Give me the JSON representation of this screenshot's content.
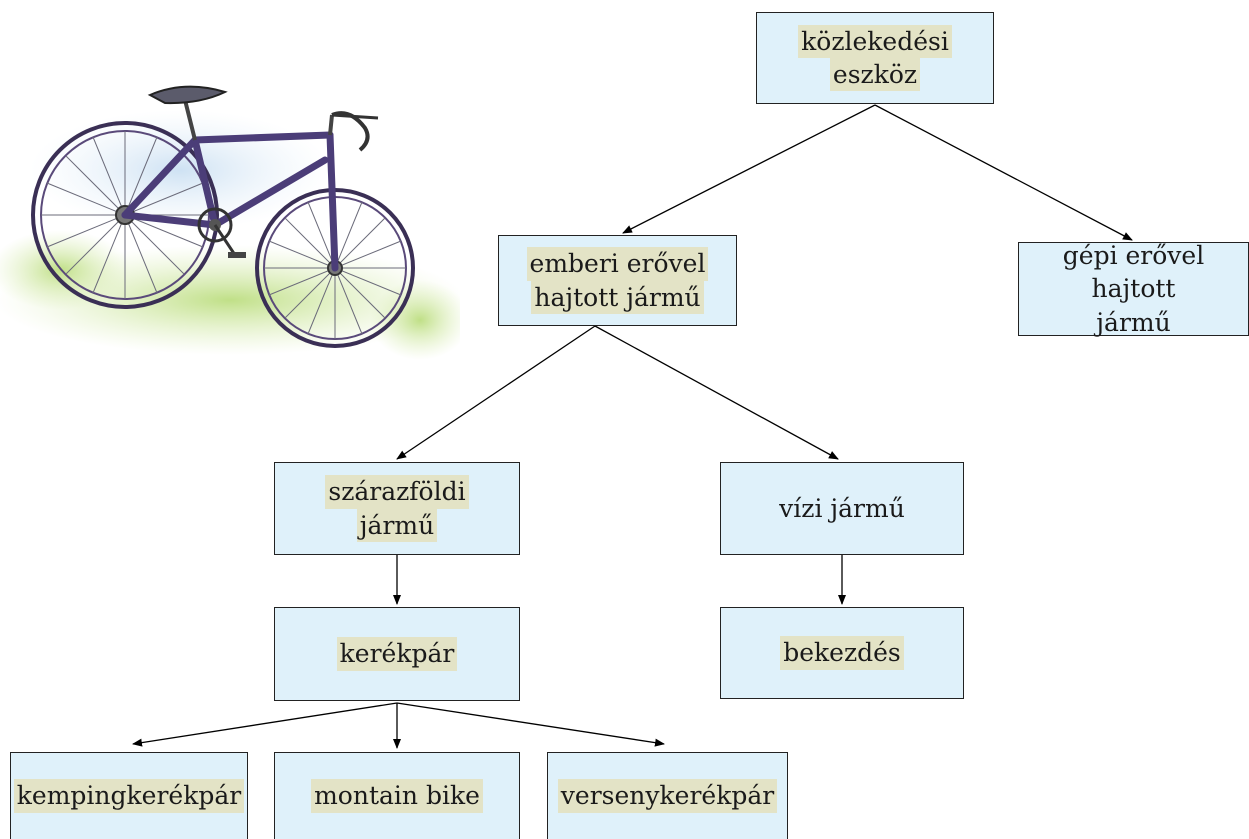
{
  "diagram": {
    "nodes": {
      "root": {
        "lines": [
          "közlekedési",
          "eszköz"
        ]
      },
      "human": {
        "lines": [
          "emberi erővel",
          "hajtott jármű"
        ]
      },
      "machine": {
        "lines": [
          "gépi erővel hajtott",
          "jármű"
        ]
      },
      "land": {
        "lines": [
          "szárazföldi",
          "jármű"
        ]
      },
      "water": {
        "lines": [
          "vízi jármű"
        ]
      },
      "bicycle": {
        "lines": [
          "kerékpár"
        ]
      },
      "paragraph": {
        "lines": [
          "bekezdés"
        ]
      },
      "camping": {
        "lines": [
          "kempingkerékpár"
        ]
      },
      "mtb": {
        "lines": [
          "montain bike"
        ]
      },
      "racing": {
        "lines": [
          "versenykerékpár"
        ]
      }
    },
    "colors": {
      "box_fill": "#dff1fa",
      "text_highlight": "#e3e3c6",
      "border": "#222222"
    }
  },
  "illustration": {
    "icon": "bicycle-drawing"
  }
}
